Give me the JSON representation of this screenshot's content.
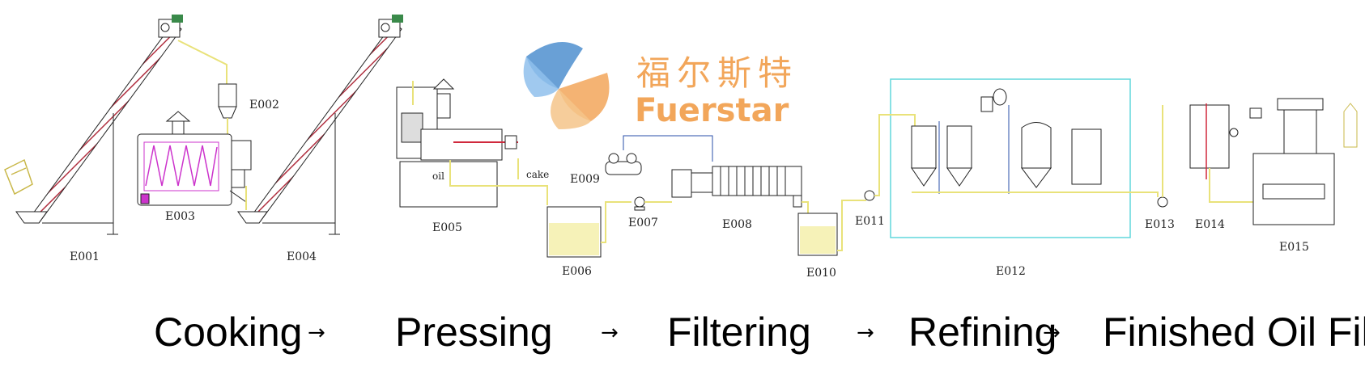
{
  "colors": {
    "line": "#222222",
    "pipe": "#e9e27a",
    "conveyor": "#b03040",
    "cooker_coil": "#cc33cc",
    "refine_box": "#60d7dc",
    "logo_orange": "#f2a65a",
    "logo_blue": "#4f8fcf"
  },
  "logo": {
    "cn": "福尔斯特",
    "en": "Fuerstar"
  },
  "equipment": [
    {
      "id": "E001",
      "label": "E001"
    },
    {
      "id": "E002",
      "label": "E002"
    },
    {
      "id": "E003",
      "label": "E003"
    },
    {
      "id": "E004",
      "label": "E004"
    },
    {
      "id": "E005",
      "label": "E005"
    },
    {
      "id": "E006",
      "label": "E006"
    },
    {
      "id": "E007",
      "label": "E007"
    },
    {
      "id": "E008",
      "label": "E008"
    },
    {
      "id": "E009",
      "label": "E009"
    },
    {
      "id": "E010",
      "label": "E010"
    },
    {
      "id": "E011",
      "label": "E011"
    },
    {
      "id": "E012",
      "label": "E012"
    },
    {
      "id": "E013",
      "label": "E013"
    },
    {
      "id": "E014",
      "label": "E014"
    },
    {
      "id": "E015",
      "label": "E015"
    }
  ],
  "flow_labels": {
    "oil": "oil",
    "cake": "cake"
  },
  "stages": [
    "Cooking",
    "Pressing",
    "Filtering",
    "Refining",
    "Finished Oil Filling"
  ],
  "stage_arrow": "→"
}
